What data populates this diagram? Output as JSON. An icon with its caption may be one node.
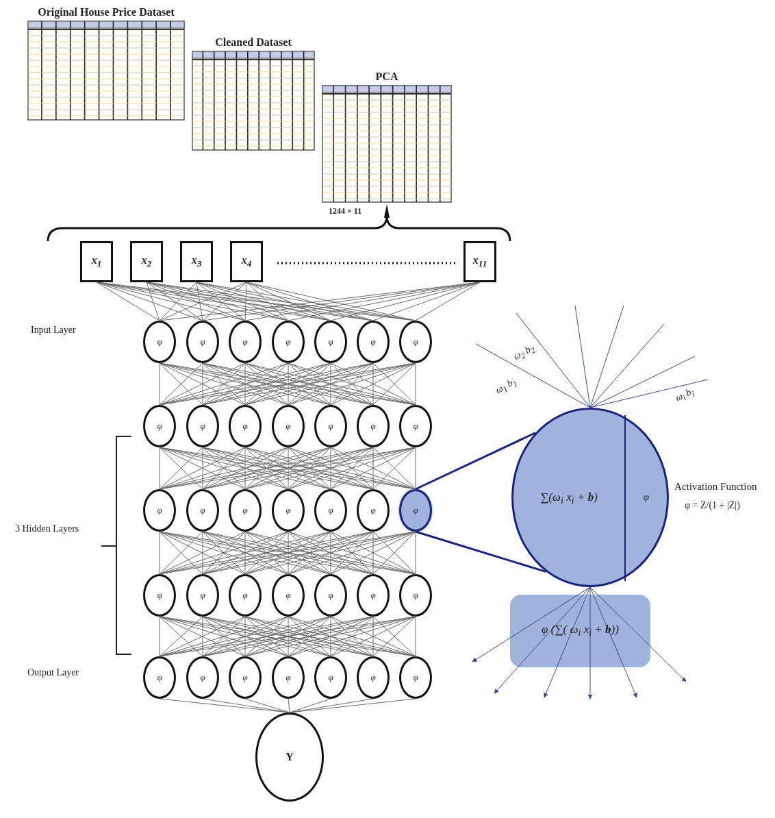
{
  "diagram": {
    "nodes": [
      {
        "text": [
          "Original House Price Dataset"
        ]
      },
      {
        "text": [
          "Cleaned Dataset"
        ]
      },
      {
        "text": [
          "PCA"
        ],
        "beside": [
          "1244 × 11"
        ]
      },
      {
        "text": [
          "x$_{1}$"
        ]
      },
      {
        "text": [
          "x$_{2}$"
        ]
      },
      {
        "text": [
          "x$_{3}$"
        ]
      },
      {
        "text": [
          "x$_{4}$"
        ]
      },
      {
        "text": [
          "x$_{11}$"
        ]
      },
      {
        "text": [
          "φ"
        ]
      },
      {
        "text": [
          "φ"
        ]
      },
      {
        "text": [
          "φ"
        ]
      },
      {
        "text": [
          "φ"
        ]
      },
      {
        "text": [
          "φ"
        ]
      },
      {
        "text": [
          "φ"
        ]
      },
      {
        "text": [
          "φ"
        ]
      },
      {
        "text": [
          "φ"
        ]
      },
      {
        "text": [
          "φ"
        ]
      },
      {
        "text": [
          "φ"
        ]
      },
      {
        "text": [
          "φ"
        ]
      },
      {
        "text": [
          "φ"
        ]
      },
      {
        "text": [
          "φ"
        ]
      },
      {
        "text": [
          "φ"
        ]
      },
      {
        "text": [
          "φ"
        ]
      },
      {
        "text": [
          "φ"
        ]
      },
      {
        "text": [
          "φ"
        ]
      },
      {
        "text": [
          "φ"
        ]
      },
      {
        "text": [
          "φ"
        ]
      },
      {
        "text": [
          "φ"
        ]
      },
      {
        "text": [
          "φ"
        ]
      },
      {
        "text": [
          "φ"
        ]
      },
      {
        "text": [
          "φ"
        ]
      },
      {
        "text": [
          "φ"
        ]
      },
      {
        "text": [
          "φ"
        ]
      },
      {
        "text": [
          "φ"
        ]
      },
      {
        "text": [
          "φ"
        ]
      },
      {
        "text": [
          "φ"
        ]
      },
      {
        "text": [
          "φ"
        ]
      },
      {
        "text": [
          "φ"
        ]
      },
      {
        "text": [
          "φ"
        ]
      },
      {
        "text": [
          "φ"
        ]
      },
      {
        "text": [
          "φ"
        ]
      },
      {
        "text": [
          "φ"
        ]
      },
      {
        "text": [
          "φ"
        ]
      },
      {
        "text": [
          "Y"
        ]
      },
      {
        "text": [
          "∑(ω$_{i}$ x$_{i}$ + **b**)",
          "φ"
        ],
        "beside": [
          "Activation Function",
          "φ = Z/(1 + |Z|)"
        ]
      },
      {
        "text": [
          "φ (∑( ω$_{i}$ x$_{i}$ + **b**))"
        ]
      }
    ],
    "edges": [
      {
        "from": 3,
        "to": 8,
        "arrow": "none"
      },
      {
        "from": 3,
        "to": 9,
        "arrow": "none"
      },
      {
        "from": 3,
        "to": 10,
        "arrow": "none"
      },
      {
        "from": 3,
        "to": 11,
        "arrow": "none"
      },
      {
        "from": 3,
        "to": 12,
        "arrow": "none"
      },
      {
        "from": 3,
        "to": 13,
        "arrow": "none"
      },
      {
        "from": 3,
        "to": 14,
        "arrow": "none"
      },
      {
        "from": 4,
        "to": 8,
        "arrow": "none"
      },
      {
        "from": 4,
        "to": 9,
        "arrow": "none"
      },
      {
        "from": 4,
        "to": 10,
        "arrow": "none"
      },
      {
        "from": 4,
        "to": 11,
        "arrow": "none"
      },
      {
        "from": 4,
        "to": 12,
        "arrow": "none"
      },
      {
        "from": 4,
        "to": 13,
        "arrow": "none"
      },
      {
        "from": 4,
        "to": 14,
        "arrow": "none"
      },
      {
        "from": 5,
        "to": 8,
        "arrow": "none"
      },
      {
        "from": 5,
        "to": 9,
        "arrow": "none"
      },
      {
        "from": 5,
        "to": 10,
        "arrow": "none"
      },
      {
        "from": 5,
        "to": 11,
        "arrow": "none"
      },
      {
        "from": 5,
        "to": 12,
        "arrow": "none"
      },
      {
        "from": 5,
        "to": 13,
        "arrow": "none"
      },
      {
        "from": 5,
        "to": 14,
        "arrow": "none"
      },
      {
        "from": 6,
        "to": 8,
        "arrow": "none"
      },
      {
        "from": 6,
        "to": 9,
        "arrow": "none"
      },
      {
        "from": 6,
        "to": 10,
        "arrow": "none"
      },
      {
        "from": 6,
        "to": 11,
        "arrow": "none"
      },
      {
        "from": 6,
        "to": 12,
        "arrow": "none"
      },
      {
        "from": 6,
        "to": 13,
        "arrow": "none"
      },
      {
        "from": 6,
        "to": 14,
        "arrow": "none"
      },
      {
        "from": 7,
        "to": 8,
        "arrow": "none"
      },
      {
        "from": 7,
        "to": 9,
        "arrow": "none"
      },
      {
        "from": 7,
        "to": 10,
        "arrow": "none"
      },
      {
        "from": 7,
        "to": 11,
        "arrow": "none"
      },
      {
        "from": 7,
        "to": 12,
        "arrow": "none"
      },
      {
        "from": 7,
        "to": 13,
        "arrow": "none"
      },
      {
        "from": 7,
        "to": 14,
        "arrow": "none"
      },
      {
        "from": 8,
        "to": 15,
        "arrow": "none"
      },
      {
        "from": 8,
        "to": 16,
        "arrow": "none"
      },
      {
        "from": 8,
        "to": 17,
        "arrow": "none"
      },
      {
        "from": 8,
        "to": 18,
        "arrow": "none"
      },
      {
        "from": 8,
        "to": 19,
        "arrow": "none"
      },
      {
        "from": 8,
        "to": 20,
        "arrow": "none"
      },
      {
        "from": 8,
        "to": 21,
        "arrow": "none"
      },
      {
        "from": 9,
        "to": 15,
        "arrow": "none"
      },
      {
        "from": 9,
        "to": 16,
        "arrow": "none"
      },
      {
        "from": 9,
        "to": 17,
        "arrow": "none"
      },
      {
        "from": 9,
        "to": 18,
        "arrow": "none"
      },
      {
        "from": 9,
        "to": 19,
        "arrow": "none"
      },
      {
        "from": 9,
        "to": 20,
        "arrow": "none"
      },
      {
        "from": 9,
        "to": 21,
        "arrow": "none"
      },
      {
        "from": 10,
        "to": 15,
        "arrow": "none"
      },
      {
        "from": 10,
        "to": 16,
        "arrow": "none"
      },
      {
        "from": 10,
        "to": 17,
        "arrow": "none"
      },
      {
        "from": 10,
        "to": 18,
        "arrow": "none"
      },
      {
        "from": 10,
        "to": 19,
        "arrow": "none"
      },
      {
        "from": 10,
        "to": 20,
        "arrow": "none"
      },
      {
        "from": 10,
        "to": 21,
        "arrow": "none"
      },
      {
        "from": 11,
        "to": 15,
        "arrow": "none"
      },
      {
        "from": 11,
        "to": 16,
        "arrow": "none"
      },
      {
        "from": 11,
        "to": 17,
        "arrow": "none"
      },
      {
        "from": 11,
        "to": 18,
        "arrow": "none"
      },
      {
        "from": 11,
        "to": 19,
        "arrow": "none"
      },
      {
        "from": 11,
        "to": 20,
        "arrow": "none"
      },
      {
        "from": 11,
        "to": 21,
        "arrow": "none"
      },
      {
        "from": 12,
        "to": 15,
        "arrow": "none"
      },
      {
        "from": 12,
        "to": 16,
        "arrow": "none"
      },
      {
        "from": 12,
        "to": 17,
        "arrow": "none"
      },
      {
        "from": 12,
        "to": 18,
        "arrow": "none"
      },
      {
        "from": 12,
        "to": 19,
        "arrow": "none"
      },
      {
        "from": 12,
        "to": 20,
        "arrow": "none"
      },
      {
        "from": 12,
        "to": 21,
        "arrow": "none"
      },
      {
        "from": 13,
        "to": 15,
        "arrow": "none"
      },
      {
        "from": 13,
        "to": 16,
        "arrow": "none"
      },
      {
        "from": 13,
        "to": 17,
        "arrow": "none"
      },
      {
        "from": 13,
        "to": 18,
        "arrow": "none"
      },
      {
        "from": 13,
        "to": 19,
        "arrow": "none"
      },
      {
        "from": 13,
        "to": 20,
        "arrow": "none"
      },
      {
        "from": 13,
        "to": 21,
        "arrow": "none"
      },
      {
        "from": 14,
        "to": 15,
        "arrow": "none"
      },
      {
        "from": 14,
        "to": 16,
        "arrow": "none"
      },
      {
        "from": 14,
        "to": 17,
        "arrow": "none"
      },
      {
        "from": 14,
        "to": 18,
        "arrow": "none"
      },
      {
        "from": 14,
        "to": 19,
        "arrow": "none"
      },
      {
        "from": 14,
        "to": 20,
        "arrow": "none"
      },
      {
        "from": 14,
        "to": 21,
        "arrow": "none"
      },
      {
        "from": 15,
        "to": 22,
        "arrow": "none"
      },
      {
        "from": 15,
        "to": 23,
        "arrow": "none"
      },
      {
        "from": 15,
        "to": 24,
        "arrow": "none"
      },
      {
        "from": 15,
        "to": 25,
        "arrow": "none"
      },
      {
        "from": 15,
        "to": 26,
        "arrow": "none"
      },
      {
        "from": 15,
        "to": 27,
        "arrow": "none"
      },
      {
        "from": 15,
        "to": 28,
        "arrow": "none"
      },
      {
        "from": 16,
        "to": 22,
        "arrow": "none"
      },
      {
        "from": 16,
        "to": 23,
        "arrow": "none"
      },
      {
        "from": 16,
        "to": 24,
        "arrow": "none"
      },
      {
        "from": 16,
        "to": 25,
        "arrow": "none"
      },
      {
        "from": 16,
        "to": 26,
        "arrow": "none"
      },
      {
        "from": 16,
        "to": 27,
        "arrow": "none"
      },
      {
        "from": 16,
        "to": 28,
        "arrow": "none"
      },
      {
        "from": 17,
        "to": 22,
        "arrow": "none"
      },
      {
        "from": 17,
        "to": 23,
        "arrow": "none"
      },
      {
        "from": 17,
        "to": 24,
        "arrow": "none"
      },
      {
        "from": 17,
        "to": 25,
        "arrow": "none"
      },
      {
        "from": 17,
        "to": 26,
        "arrow": "none"
      },
      {
        "from": 17,
        "to": 27,
        "arrow": "none"
      },
      {
        "from": 17,
        "to": 28,
        "arrow": "none"
      },
      {
        "from": 18,
        "to": 22,
        "arrow": "none"
      },
      {
        "from": 18,
        "to": 23,
        "arrow": "none"
      },
      {
        "from": 18,
        "to": 24,
        "arrow": "none"
      },
      {
        "from": 18,
        "to": 25,
        "arrow": "none"
      },
      {
        "from": 18,
        "to": 26,
        "arrow": "none"
      },
      {
        "from": 18,
        "to": 27,
        "arrow": "none"
      },
      {
        "from": 18,
        "to": 28,
        "arrow": "none"
      },
      {
        "from": 19,
        "to": 22,
        "arrow": "none"
      },
      {
        "from": 19,
        "to": 23,
        "arrow": "none"
      },
      {
        "from": 19,
        "to": 24,
        "arrow": "none"
      },
      {
        "from": 19,
        "to": 25,
        "arrow": "none"
      },
      {
        "from": 19,
        "to": 26,
        "arrow": "none"
      },
      {
        "from": 19,
        "to": 27,
        "arrow": "none"
      },
      {
        "from": 19,
        "to": 28,
        "arrow": "none"
      },
      {
        "from": 20,
        "to": 22,
        "arrow": "none"
      },
      {
        "from": 20,
        "to": 23,
        "arrow": "none"
      },
      {
        "from": 20,
        "to": 24,
        "arrow": "none"
      },
      {
        "from": 20,
        "to": 25,
        "arrow": "none"
      },
      {
        "from": 20,
        "to": 26,
        "arrow": "none"
      },
      {
        "from": 20,
        "to": 27,
        "arrow": "none"
      },
      {
        "from": 20,
        "to": 28,
        "arrow": "none"
      },
      {
        "from": 21,
        "to": 22,
        "arrow": "none"
      },
      {
        "from": 21,
        "to": 23,
        "arrow": "none"
      },
      {
        "from": 21,
        "to": 24,
        "arrow": "none"
      },
      {
        "from": 21,
        "to": 25,
        "arrow": "none"
      },
      {
        "from": 21,
        "to": 26,
        "arrow": "none"
      },
      {
        "from": 21,
        "to": 27,
        "arrow": "none"
      },
      {
        "from": 21,
        "to": 28,
        "arrow": "none"
      },
      {
        "from": 22,
        "to": 29,
        "arrow": "none"
      },
      {
        "from": 22,
        "to": 30,
        "arrow": "none"
      },
      {
        "from": 22,
        "to": 31,
        "arrow": "none"
      },
      {
        "from": 22,
        "to": 32,
        "arrow": "none"
      },
      {
        "from": 22,
        "to": 33,
        "arrow": "none"
      },
      {
        "from": 22,
        "to": 34,
        "arrow": "none"
      },
      {
        "from": 22,
        "to": 35,
        "arrow": "none"
      },
      {
        "from": 23,
        "to": 29,
        "arrow": "none"
      },
      {
        "from": 23,
        "to": 30,
        "arrow": "none"
      },
      {
        "from": 23,
        "to": 31,
        "arrow": "none"
      },
      {
        "from": 23,
        "to": 32,
        "arrow": "none"
      },
      {
        "from": 23,
        "to": 33,
        "arrow": "none"
      },
      {
        "from": 23,
        "to": 34,
        "arrow": "none"
      },
      {
        "from": 23,
        "to": 35,
        "arrow": "none"
      },
      {
        "from": 24,
        "to": 29,
        "arrow": "none"
      },
      {
        "from": 24,
        "to": 30,
        "arrow": "none"
      },
      {
        "from": 24,
        "to": 31,
        "arrow": "none"
      },
      {
        "from": 24,
        "to": 32,
        "arrow": "none"
      },
      {
        "from": 24,
        "to": 33,
        "arrow": "none"
      },
      {
        "from": 24,
        "to": 34,
        "arrow": "none"
      },
      {
        "from": 24,
        "to": 35,
        "arrow": "none"
      },
      {
        "from": 25,
        "to": 29,
        "arrow": "none"
      },
      {
        "from": 25,
        "to": 30,
        "arrow": "none"
      },
      {
        "from": 25,
        "to": 31,
        "arrow": "none"
      },
      {
        "from": 25,
        "to": 32,
        "arrow": "none"
      },
      {
        "from": 25,
        "to": 33,
        "arrow": "none"
      },
      {
        "from": 25,
        "to": 34,
        "arrow": "none"
      },
      {
        "from": 25,
        "to": 35,
        "arrow": "none"
      },
      {
        "from": 26,
        "to": 29,
        "arrow": "none"
      },
      {
        "from": 26,
        "to": 30,
        "arrow": "none"
      },
      {
        "from": 26,
        "to": 31,
        "arrow": "none"
      },
      {
        "from": 26,
        "to": 32,
        "arrow": "none"
      },
      {
        "from": 26,
        "to": 33,
        "arrow": "none"
      },
      {
        "from": 26,
        "to": 34,
        "arrow": "none"
      },
      {
        "from": 26,
        "to": 35,
        "arrow": "none"
      },
      {
        "from": 27,
        "to": 29,
        "arrow": "none"
      },
      {
        "from": 27,
        "to": 30,
        "arrow": "none"
      },
      {
        "from": 27,
        "to": 31,
        "arrow": "none"
      },
      {
        "from": 27,
        "to": 32,
        "arrow": "none"
      },
      {
        "from": 27,
        "to": 33,
        "arrow": "none"
      },
      {
        "from": 27,
        "to": 34,
        "arrow": "none"
      },
      {
        "from": 27,
        "to": 35,
        "arrow": "none"
      },
      {
        "from": 28,
        "to": 29,
        "arrow": "none"
      },
      {
        "from": 28,
        "to": 30,
        "arrow": "none"
      },
      {
        "from": 28,
        "to": 31,
        "arrow": "none"
      },
      {
        "from": 28,
        "to": 32,
        "arrow": "none"
      },
      {
        "from": 28,
        "to": 33,
        "arrow": "none"
      },
      {
        "from": 28,
        "to": 34,
        "arrow": "none"
      },
      {
        "from": 28,
        "to": 35,
        "arrow": "none"
      },
      {
        "from": 29,
        "to": 36,
        "arrow": "none"
      },
      {
        "from": 29,
        "to": 37,
        "arrow": "none"
      },
      {
        "from": 29,
        "to": 38,
        "arrow": "none"
      },
      {
        "from": 29,
        "to": 39,
        "arrow": "none"
      },
      {
        "from": 29,
        "to": 40,
        "arrow": "none"
      },
      {
        "from": 29,
        "to": 41,
        "arrow": "none"
      },
      {
        "from": 29,
        "to": 42,
        "arrow": "none"
      },
      {
        "from": 30,
        "to": 36,
        "arrow": "none"
      },
      {
        "from": 30,
        "to": 37,
        "arrow": "none"
      },
      {
        "from": 30,
        "to": 38,
        "arrow": "none"
      },
      {
        "from": 30,
        "to": 39,
        "arrow": "none"
      },
      {
        "from": 30,
        "to": 40,
        "arrow": "none"
      },
      {
        "from": 30,
        "to": 41,
        "arrow": "none"
      },
      {
        "from": 30,
        "to": 42,
        "arrow": "none"
      },
      {
        "from": 31,
        "to": 36,
        "arrow": "none"
      },
      {
        "from": 31,
        "to": 37,
        "arrow": "none"
      },
      {
        "from": 31,
        "to": 38,
        "arrow": "none"
      },
      {
        "from": 31,
        "to": 39,
        "arrow": "none"
      },
      {
        "from": 31,
        "to": 40,
        "arrow": "none"
      },
      {
        "from": 31,
        "to": 41,
        "arrow": "none"
      },
      {
        "from": 31,
        "to": 42,
        "arrow": "none"
      },
      {
        "from": 32,
        "to": 36,
        "arrow": "none"
      },
      {
        "from": 32,
        "to": 37,
        "arrow": "none"
      },
      {
        "from": 32,
        "to": 38,
        "arrow": "none"
      },
      {
        "from": 32,
        "to": 39,
        "arrow": "none"
      },
      {
        "from": 32,
        "to": 40,
        "arrow": "none"
      },
      {
        "from": 32,
        "to": 41,
        "arrow": "none"
      },
      {
        "from": 32,
        "to": 42,
        "arrow": "none"
      },
      {
        "from": 33,
        "to": 36,
        "arrow": "none"
      },
      {
        "from": 33,
        "to": 37,
        "arrow": "none"
      },
      {
        "from": 33,
        "to": 38,
        "arrow": "none"
      },
      {
        "from": 33,
        "to": 39,
        "arrow": "none"
      },
      {
        "from": 33,
        "to": 40,
        "arrow": "none"
      },
      {
        "from": 33,
        "to": 41,
        "arrow": "none"
      },
      {
        "from": 33,
        "to": 42,
        "arrow": "none"
      },
      {
        "from": 34,
        "to": 36,
        "arrow": "none"
      },
      {
        "from": 34,
        "to": 37,
        "arrow": "none"
      },
      {
        "from": 34,
        "to": 38,
        "arrow": "none"
      },
      {
        "from": 34,
        "to": 39,
        "arrow": "none"
      },
      {
        "from": 34,
        "to": 40,
        "arrow": "none"
      },
      {
        "from": 34,
        "to": 41,
        "arrow": "none"
      },
      {
        "from": 34,
        "to": 42,
        "arrow": "none"
      },
      {
        "from": 35,
        "to": 36,
        "arrow": "none"
      },
      {
        "from": 35,
        "to": 37,
        "arrow": "none"
      },
      {
        "from": 35,
        "to": 38,
        "arrow": "none"
      },
      {
        "from": 35,
        "to": 39,
        "arrow": "none"
      },
      {
        "from": 35,
        "to": 40,
        "arrow": "none"
      },
      {
        "from": 35,
        "to": 41,
        "arrow": "none"
      },
      {
        "from": 35,
        "to": 42,
        "arrow": "none"
      },
      {
        "from": 36,
        "to": 43,
        "arrow": "none"
      },
      {
        "from": 37,
        "to": 43,
        "arrow": "none"
      },
      {
        "from": 38,
        "to": 43,
        "arrow": "none"
      },
      {
        "from": 39,
        "to": 43,
        "arrow": "none"
      },
      {
        "from": 40,
        "to": 43,
        "arrow": "none"
      },
      {
        "from": 41,
        "to": 43,
        "arrow": "none"
      },
      {
        "from": 42,
        "to": 43,
        "arrow": "none"
      },
      {
        "from": 28,
        "to": 44,
        "arrow": "none",
        "style": "thick",
        "color": "#1a237e"
      },
      {
        "from": 28,
        "to": 44,
        "arrow": "none",
        "style": "thick",
        "color": "#1a237e"
      },
      {
        "from": null,
        "to": 44,
        "arrow": "none",
        "color": "#3a4a8c",
        "label": "ω$_{1}$ b$_{1}$"
      },
      {
        "from": null,
        "to": 44,
        "arrow": "none",
        "color": "#3a4a8c",
        "label": "ω$_{2}$ b$_{2}$"
      },
      {
        "from": null,
        "to": 44,
        "arrow": "none",
        "color": "#3a4a8c"
      },
      {
        "from": null,
        "to": 44,
        "arrow": "none",
        "color": "#3a4a8c"
      },
      {
        "from": null,
        "to": 44,
        "arrow": "none",
        "color": "#3a4a8c"
      },
      {
        "from": null,
        "to": 44,
        "arrow": "none",
        "color": "#3a4a8c"
      },
      {
        "from": null,
        "to": 44,
        "arrow": "none",
        "color": "#3a4a8c",
        "label": "ω$_{i}$ b$_{i}$"
      },
      {
        "from": 44,
        "to": null,
        "arrow": "to",
        "color": "#3a4a8c"
      },
      {
        "from": 44,
        "to": null,
        "arrow": "to",
        "color": "#3a4a8c"
      },
      {
        "from": 44,
        "to": null,
        "arrow": "to",
        "color": "#3a4a8c"
      },
      {
        "from": 44,
        "to": null,
        "arrow": "to",
        "color": "#3a4a8c"
      },
      {
        "from": 44,
        "to": null,
        "arrow": "to",
        "color": "#3a4a8c"
      },
      {
        "from": 44,
        "to": null,
        "arrow": "to",
        "color": "#3a4a8c"
      }
    ],
    "labels": [
      "Input Layer",
      "3 Hidden Layers",
      "Output Layer"
    ]
  }
}
